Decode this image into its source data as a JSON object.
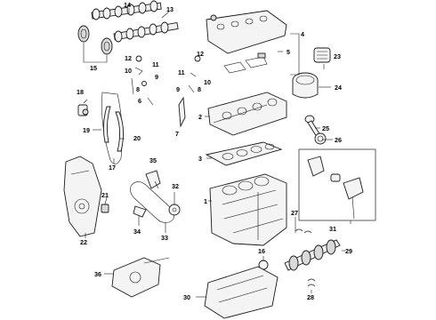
{
  "callouts": {
    "c1": "1",
    "c2": "2",
    "c3": "3",
    "c4": "4",
    "c5": "5",
    "c6": "6",
    "c7": "7",
    "c8": "8",
    "c9": "9",
    "c10": "10",
    "c11": "11",
    "c12": "12",
    "c13": "13",
    "c14": "14",
    "c15": "15",
    "c16": "16",
    "c17": "17",
    "c18": "18",
    "c19": "19",
    "c20": "20",
    "c21": "21",
    "c22": "22",
    "c23": "23",
    "c24": "24",
    "c25": "25",
    "c26": "26",
    "c27": "27",
    "c28": "28",
    "c29": "29",
    "c30": "30",
    "c31": "31",
    "c32": "32",
    "c33": "33",
    "c34": "34",
    "c35": "35",
    "c36": "36",
    "c8b": "8",
    "c9b": "9",
    "c10b": "10",
    "c11b": "11",
    "c12b": "12"
  }
}
